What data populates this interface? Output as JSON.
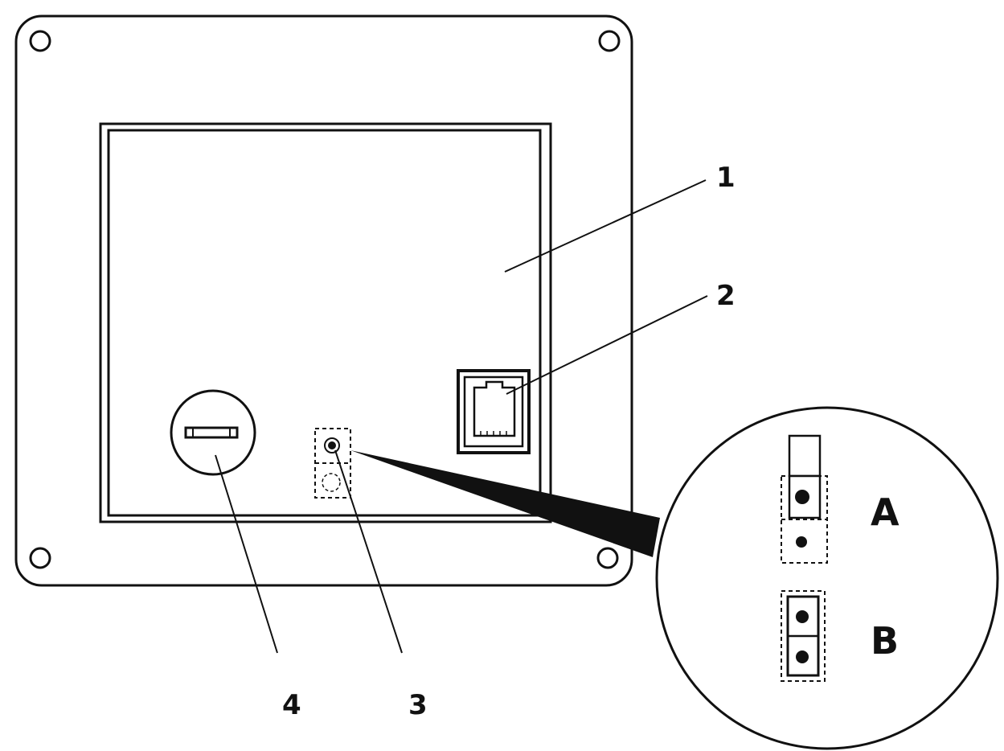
{
  "diagram": {
    "callouts": {
      "c1": "1",
      "c2": "2",
      "c3": "3",
      "c4": "4"
    },
    "jumper_settings": {
      "a": "A",
      "b": "B"
    },
    "colors": {
      "ink": "#111111",
      "background": "#ffffff"
    }
  }
}
